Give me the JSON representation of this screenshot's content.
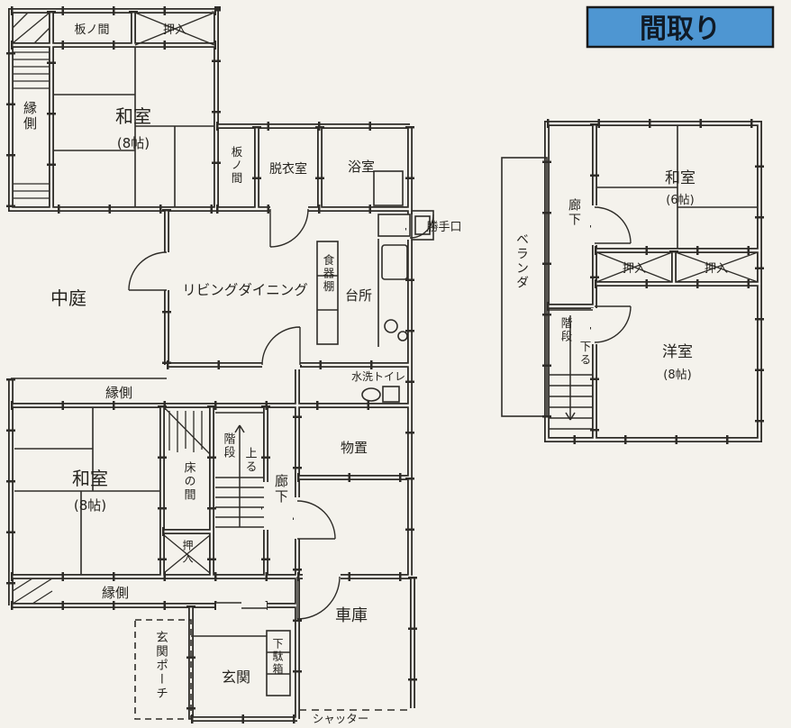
{
  "title": "間取り",
  "floor1": {
    "engawa_left": "縁側",
    "itanoma_top": "板ノ間",
    "oshiire_top": "押入",
    "washitsu1_name": "和室",
    "washitsu1_size": "(8帖)",
    "itanoma_side": "板ノ間",
    "datsuishitsu": "脱衣室",
    "yokushitsu": "浴室",
    "katteguchi": "勝手口",
    "nakaniwa": "中庭",
    "living_dining": "リビングダイニング",
    "shokkidana": "食器棚",
    "daidokoro": "台所",
    "engawa_mid": "縁側",
    "washitsu2_name": "和室",
    "washitsu2_size": "(8帖)",
    "tokonoma": "床の間",
    "kaidan": "階段",
    "kaidan_dir": "上る",
    "rouka": "廊下",
    "monooki": "物置",
    "suisen_toilet": "水洗トイレ",
    "oshiire_shita": "押入",
    "engawa_bottom": "縁側",
    "genkan_porch": "玄関ポーチ",
    "genkan": "玄関",
    "getabako": "下駄箱",
    "shako": "車庫",
    "shutter": "シャッター"
  },
  "floor2": {
    "veranda": "ベランダ",
    "rouka": "廊下",
    "washitsu_name": "和室",
    "washitsu_size": "(6帖)",
    "oshiire_left": "押入",
    "oshiire_right": "押入",
    "kaidan": "階段",
    "kaidan_dir": "下る",
    "youshitsu_name": "洋室",
    "youshitsu_size": "(8帖)"
  },
  "colors": {
    "title_bg": "#4e96d2",
    "ink": "#2e2c28",
    "paper": "#f4f2ec"
  }
}
